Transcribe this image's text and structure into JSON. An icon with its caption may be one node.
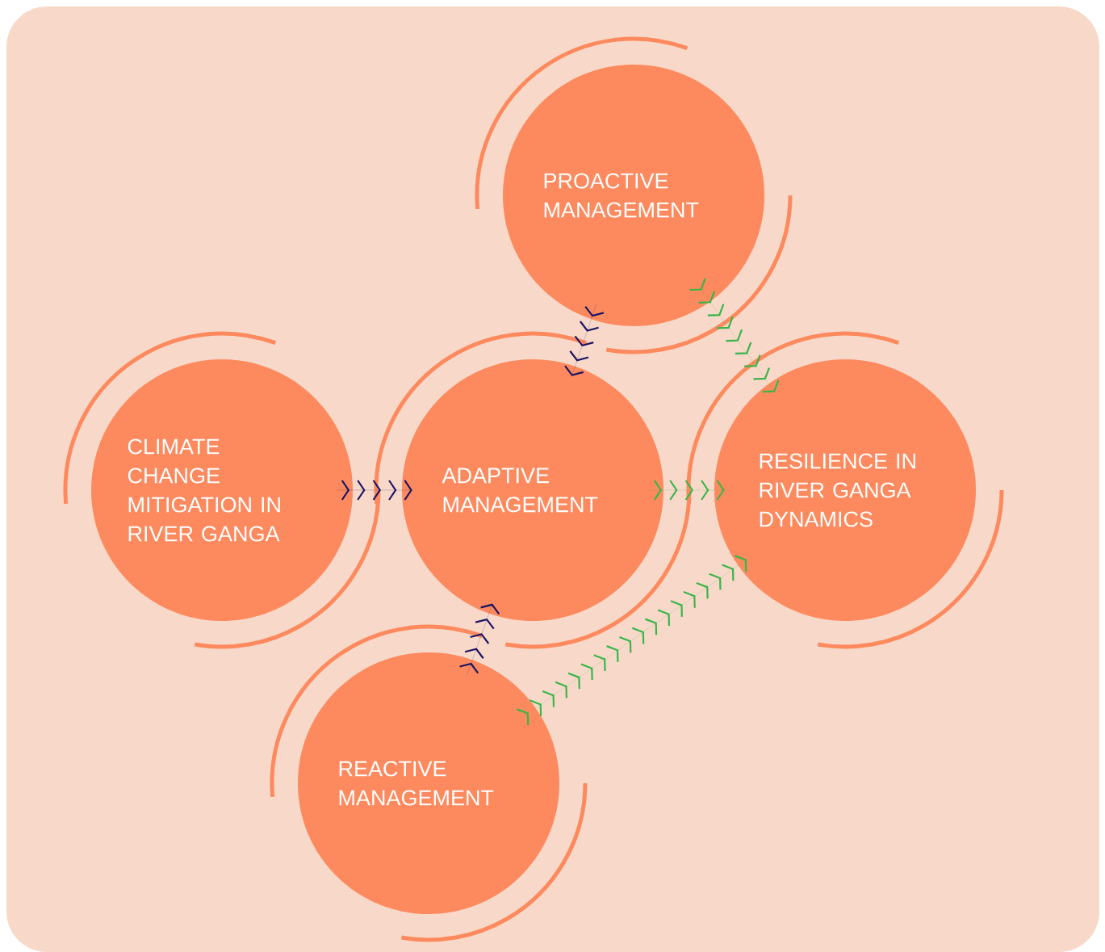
{
  "diagram": {
    "nodes": [
      {
        "text": [
          "PROACTIVE MANAGEMENT"
        ]
      },
      {
        "text": [
          "CLIMATE CHANGE MITIGATION IN RIVER GANGA"
        ]
      },
      {
        "text": [
          "ADAPTIVE MANAGEMENT"
        ]
      },
      {
        "text": [
          "RESILIENCE IN RIVER GANGA DYNAMICS"
        ]
      },
      {
        "text": [
          "REACTIVE MANAGEMENT"
        ]
      }
    ],
    "edges": [
      {
        "from": 1,
        "to": 2,
        "arrow": "to",
        "color": "#1b1464"
      },
      {
        "from": 0,
        "to": 2,
        "arrow": "to",
        "color": "#1b1464"
      },
      {
        "from": 4,
        "to": 2,
        "arrow": "to",
        "color": "#1b1464"
      },
      {
        "from": 2,
        "to": 3,
        "arrow": "to",
        "color": "#39b54a"
      },
      {
        "from": 0,
        "to": 3,
        "arrow": "to",
        "color": "#39b54a"
      },
      {
        "from": 4,
        "to": 3,
        "arrow": "to",
        "color": "#39b54a"
      }
    ]
  }
}
